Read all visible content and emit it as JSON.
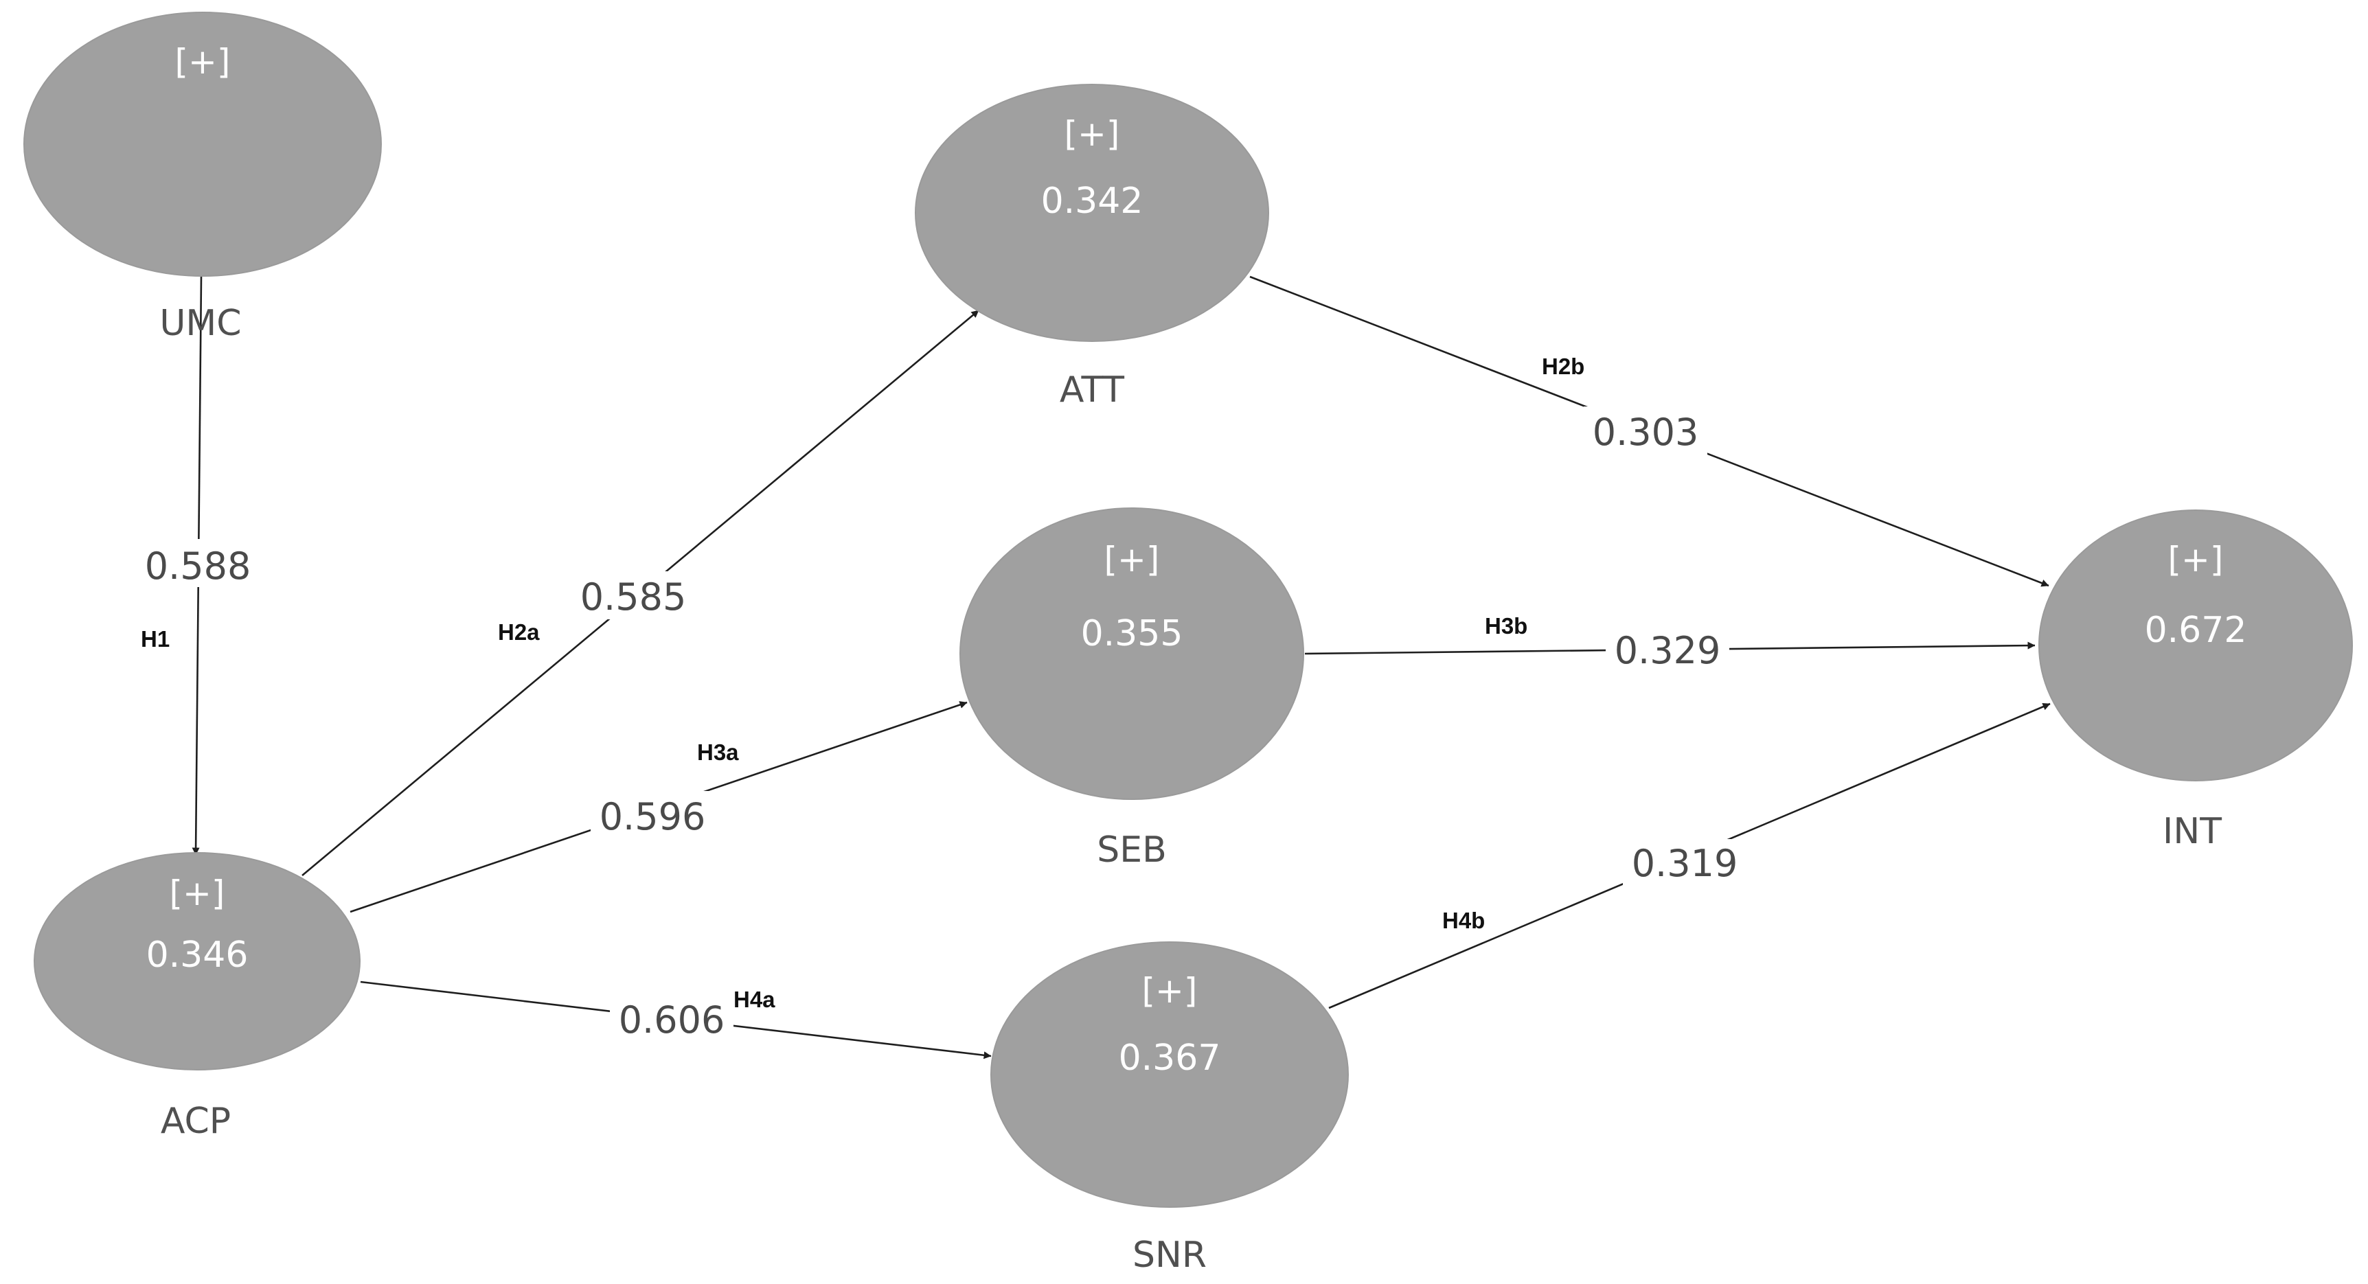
{
  "nodes": {
    "UMC": {
      "label": "UMC",
      "expand": "[+]",
      "value": ""
    },
    "ATT": {
      "label": "ATT",
      "expand": "[+]",
      "value": "0.342"
    },
    "SEB": {
      "label": "SEB",
      "expand": "[+]",
      "value": "0.355"
    },
    "INT": {
      "label": "INT",
      "expand": "[+]",
      "value": "0.672"
    },
    "ACP": {
      "label": "ACP",
      "expand": "[+]",
      "value": "0.346"
    },
    "SNR": {
      "label": "SNR",
      "expand": "[+]",
      "value": "0.367"
    }
  },
  "paths": {
    "H1": {
      "from": "UMC",
      "to": "ACP",
      "hypothesis": "H1",
      "coefficient": "0.588"
    },
    "H2a": {
      "from": "ACP",
      "to": "ATT",
      "hypothesis": "H2a",
      "coefficient": "0.585"
    },
    "H2b": {
      "from": "ATT",
      "to": "INT",
      "hypothesis": "H2b",
      "coefficient": "0.303"
    },
    "H3a": {
      "from": "ACP",
      "to": "SEB",
      "hypothesis": "H3a",
      "coefficient": "0.596"
    },
    "H3b": {
      "from": "SEB",
      "to": "INT",
      "hypothesis": "H3b",
      "coefficient": "0.329"
    },
    "H4a": {
      "from": "ACP",
      "to": "SNR",
      "hypothesis": "H4a",
      "coefficient": "0.606"
    },
    "H4b": {
      "from": "SNR",
      "to": "INT",
      "hypothesis": "H4b",
      "coefficient": "0.319"
    }
  },
  "colors": {
    "node_fill": "#a0a0a0",
    "node_text": "#ffffff",
    "edge": "#1e1e1e",
    "label_text": "#505050"
  }
}
